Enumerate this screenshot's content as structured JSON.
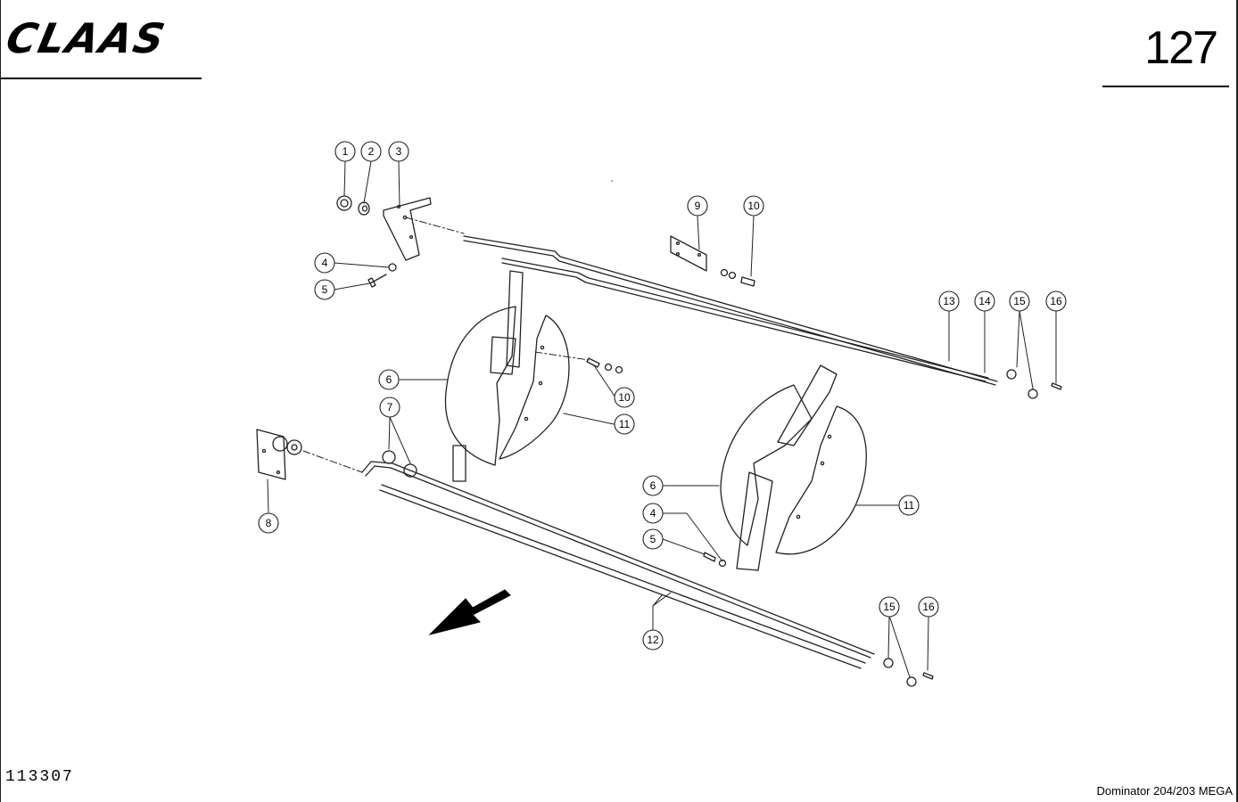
{
  "header": {
    "brand": "CLAAS",
    "page_number": "127"
  },
  "footer": {
    "drawing_number": "113307",
    "model": "Dominator 204/203 MEGA"
  },
  "callouts": [
    "1",
    "2",
    "3",
    "4",
    "5",
    "9",
    "10",
    "13",
    "14",
    "15",
    "16",
    "6",
    "10",
    "11",
    "7",
    "8",
    "6",
    "4",
    "5",
    "11",
    "12",
    "15",
    "16"
  ]
}
